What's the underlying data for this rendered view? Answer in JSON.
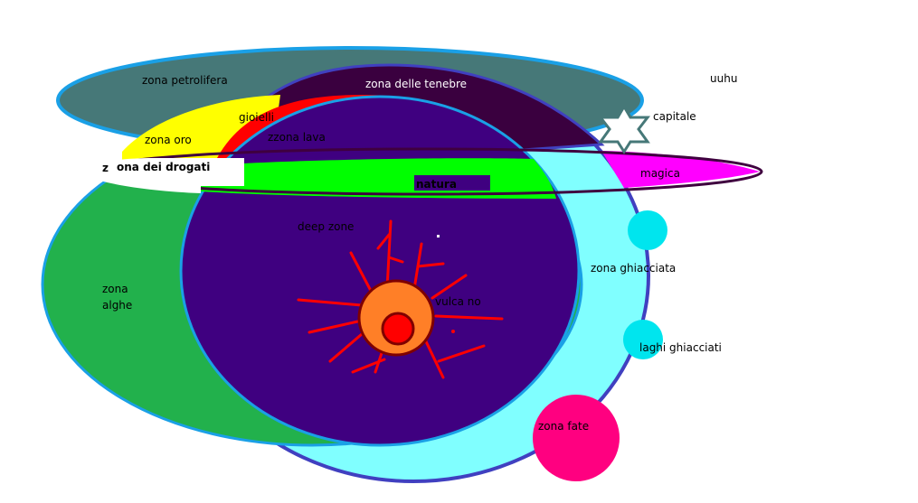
{
  "labels": {
    "zona_petrolifera": "zona petrolifera",
    "zona_tenebre": "zona delle tenebre",
    "uuhu": "uuhu",
    "capitale": "capitale",
    "gioielli": "gioielli",
    "zona_oro": "zona oro",
    "zona_lava": "zzona lava",
    "drogati_z": "z",
    "drogati": "ona dei drogati",
    "natura": "natura",
    "magica": "magica",
    "deep_zone": "deep zone",
    "alghe_line1": "zona",
    "alghe_line2": "alghe",
    "zona_ghiacciata": "zona ghiacciata",
    "vulcano": "vulca no",
    "laghi_ghiacciati": "laghi ghiacciati",
    "zona_fate": "zona fate"
  },
  "colors": {
    "petrolifera": "#467878",
    "petrolifera_border": "#1aa0e6",
    "tenebre": "#3a003f",
    "ghiacciata": "#80ffff",
    "ghiacciata_border": "#4040c0",
    "alghe": "#22b14c",
    "gioielli_oro": "#ffff00",
    "lava": "#ff0000",
    "natura": "#00ff00",
    "deep": "#3f0080",
    "magica": "#ff00ff",
    "band_border": "#3f003f",
    "vulcano": "#ff7f27",
    "rays": "#ff0000",
    "ice_lakes": "#00e5ee",
    "fate": "#ff0080"
  }
}
